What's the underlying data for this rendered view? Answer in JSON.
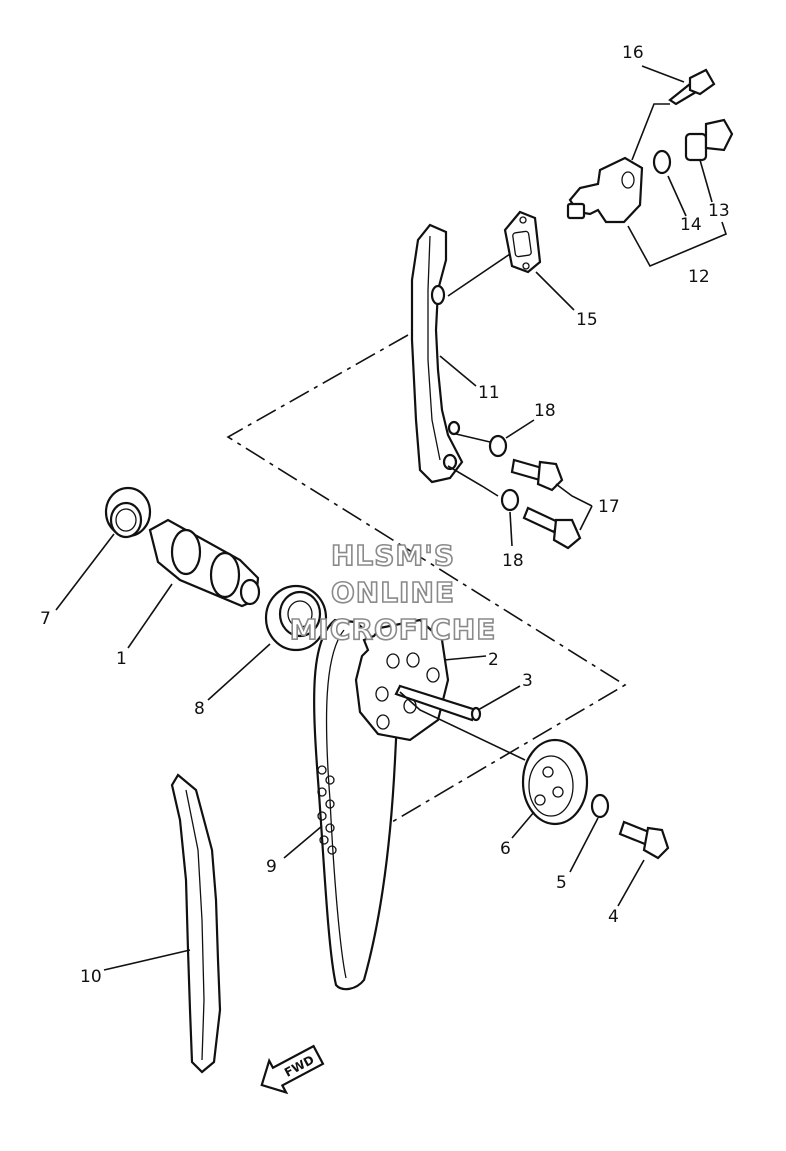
{
  "watermark": {
    "line1": "HLSM'S",
    "line2": "ONLINE",
    "line3": "MICROFICHE"
  },
  "direction_badge": "FWD",
  "callouts": [
    {
      "id": "1",
      "text": "1"
    },
    {
      "id": "2",
      "text": "2"
    },
    {
      "id": "3",
      "text": "3"
    },
    {
      "id": "4",
      "text": "4"
    },
    {
      "id": "5",
      "text": "5"
    },
    {
      "id": "6",
      "text": "6"
    },
    {
      "id": "7",
      "text": "7"
    },
    {
      "id": "8",
      "text": "8"
    },
    {
      "id": "9",
      "text": "9"
    },
    {
      "id": "10",
      "text": "10"
    },
    {
      "id": "11",
      "text": "11"
    },
    {
      "id": "12",
      "text": "12"
    },
    {
      "id": "13",
      "text": "13"
    },
    {
      "id": "14",
      "text": "14"
    },
    {
      "id": "15",
      "text": "15"
    },
    {
      "id": "16",
      "text": "16"
    },
    {
      "id": "17",
      "text": "17"
    },
    {
      "id": "18a",
      "text": "18"
    },
    {
      "id": "18b",
      "text": "18"
    }
  ]
}
